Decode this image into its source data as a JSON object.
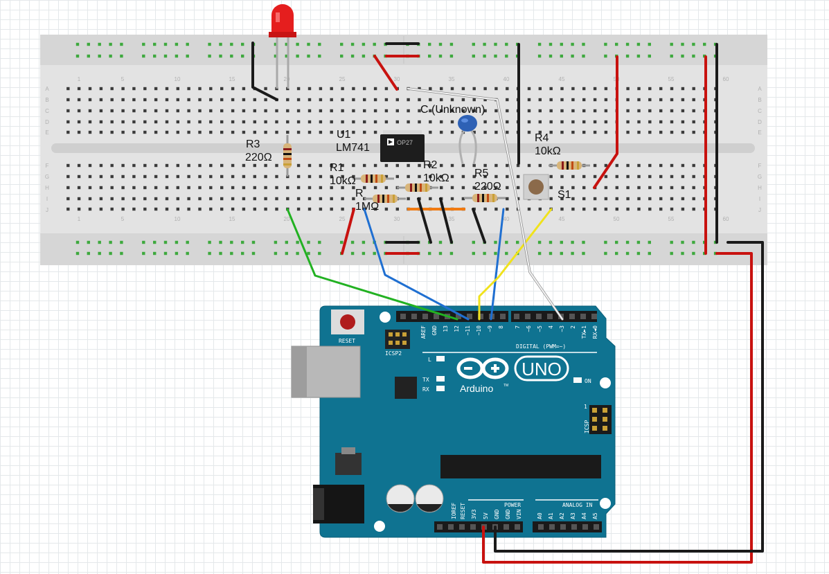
{
  "colors": {
    "breadboard": "#e2e2e2",
    "hole_green": "#3ea93e",
    "arduino_blue": "#0f7391",
    "wire_red": "#c8120f",
    "wire_black": "#1a1a1a",
    "wire_green": "#22b122",
    "wire_blue": "#1f6fd1",
    "wire_yellow": "#f0e21c",
    "wire_white": "#f4f4f4",
    "wire_orange": "#f07a12"
  },
  "breadboard": {
    "column_numbers": [
      "1",
      "5",
      "10",
      "15",
      "20",
      "25",
      "30",
      "35",
      "40",
      "45",
      "50",
      "55",
      "60"
    ],
    "row_letters_top": [
      "A",
      "B",
      "C",
      "D",
      "E"
    ],
    "row_letters_bottom": [
      "F",
      "G",
      "H",
      "I",
      "J"
    ]
  },
  "components": {
    "u1_ref": "U1",
    "u1_value": "LM741",
    "chip_marking": "OP27",
    "r1_ref": "R1",
    "r1_value": "10kΩ",
    "r2_ref": "R2",
    "r2_value": "10kΩ",
    "r3_ref": "R3",
    "r3_value": "220Ω",
    "r4_ref": "R4",
    "r4_value": "10kΩ",
    "r5_ref": "R5",
    "r5_value": "220Ω",
    "r_ref": "R",
    "r_value": "1MΩ",
    "cap_label": "C (Unknown)",
    "switch_ref": "S1"
  },
  "arduino": {
    "reset_label": "RESET",
    "icsp2_label": "ICSP2",
    "icsp_label": "ICSP",
    "digital_label": "DIGITAL (PWM=~)",
    "brand": "Arduino",
    "tm": "TM",
    "model": "UNO",
    "led_l": "L",
    "led_tx": "TX",
    "led_rx": "RX",
    "led_on": "ON",
    "power_label": "POWER",
    "analog_label": "ANALOG IN",
    "digital_pins": [
      "AREF",
      "GND",
      "13",
      "12",
      "~11",
      "~10",
      "~9",
      "8",
      "7",
      "~6",
      "~5",
      "4",
      "~3",
      "2",
      "TX►1",
      "RX◄0"
    ],
    "power_pins": [
      "IOREF",
      "RESET",
      "3V3",
      "5V",
      "GND",
      "GND",
      "VIN"
    ],
    "analog_pins": [
      "A0",
      "A1",
      "A2",
      "A3",
      "A4",
      "A5"
    ],
    "icsp_pin1": "1"
  }
}
